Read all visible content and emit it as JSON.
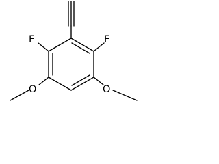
{
  "molecule": {
    "labels": {
      "f_left": "F",
      "f_right": "F",
      "o_left": "O",
      "o_right": "O"
    },
    "colors": {
      "bond": "#000000",
      "text": "#000000",
      "background": "#ffffff"
    }
  }
}
